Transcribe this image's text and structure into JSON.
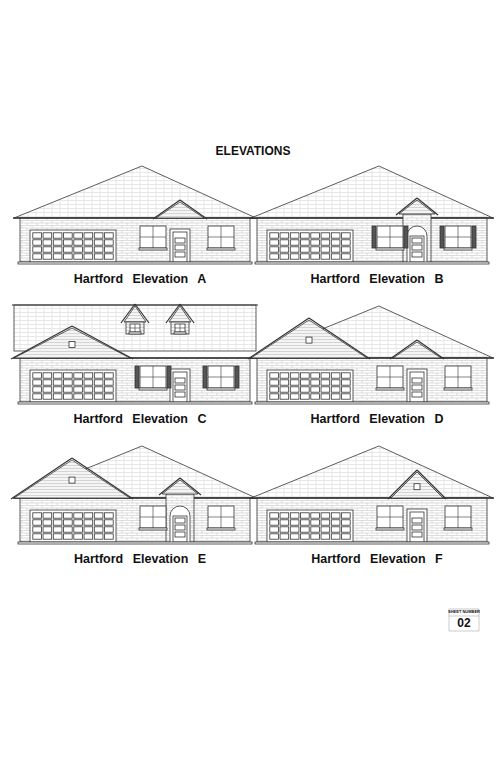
{
  "diagram": {
    "title": "ELEVATIONS",
    "labels": [
      "Hartford Elevation A",
      "Hartford Elevation B",
      "Hartford Elevation C",
      "Hartford Elevation D",
      "Hartford Elevation E",
      "Hartford Elevation F",
      "SHEET NUMBER",
      "02"
    ]
  }
}
